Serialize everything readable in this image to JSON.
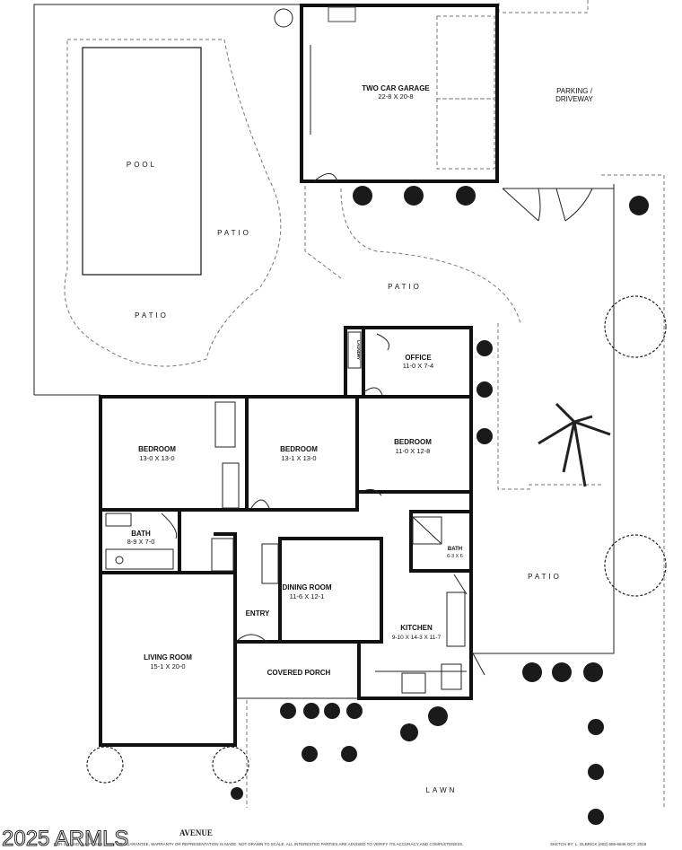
{
  "rooms": {
    "garage": {
      "name": "TWO CAR GARAGE",
      "dim": "22-8  X  20-8"
    },
    "parking": {
      "name": "PARKING /",
      "name2": "DRIVEWAY"
    },
    "office": {
      "name": "OFFICE",
      "dim": "11-0 X 7-4"
    },
    "laundry": {
      "name": "LAUNDRY"
    },
    "bedroom1": {
      "name": "BEDROOM",
      "dim": "13-0 X 13-0"
    },
    "bedroom2": {
      "name": "BEDROOM",
      "dim": "13-1 X 13-0"
    },
    "bedroom3": {
      "name": "BEDROOM",
      "dim": "11-0 X 12-8"
    },
    "bath1": {
      "name": "BATH",
      "dim": "8-9 X 7-0"
    },
    "bath2": {
      "name": "BATH",
      "dim": "6-3 X 6"
    },
    "dining": {
      "name": "DINING ROOM",
      "dim": "11-6  X  12-1"
    },
    "entry": {
      "name": "ENTRY"
    },
    "kitchen": {
      "name": "KITCHEN",
      "dim": "9-10 X 14-3 X 11-7"
    },
    "living": {
      "name": "LIVING ROOM",
      "dim": "15-1  X  20-0"
    },
    "porch": {
      "name": "COVERED PORCH"
    }
  },
  "outdoor": {
    "pool": "POOL",
    "patio_upper": "PATIO",
    "patio_pool": "PATIO",
    "patio_center": "PATIO",
    "patio_right": "PATIO",
    "lawn": "LAWN"
  },
  "footer": {
    "street": "AVENUE",
    "disclaimer": "FOR LISTING PURPOSES ONLY.  NO GUARANTEE, WARRANTY OR REPRESENTATION IS MADE.  NOT DRAWN TO SCALE.  ALL INTERESTED PARTIES ARE ADVISED TO VERIFY ITS ACCURACY AND COMPLETENESS.",
    "sketch": "SKETCH BY:  L. OLBRICK  (602) 686-6848  OCT. 2018"
  },
  "watermark": "2025 ARMLS"
}
